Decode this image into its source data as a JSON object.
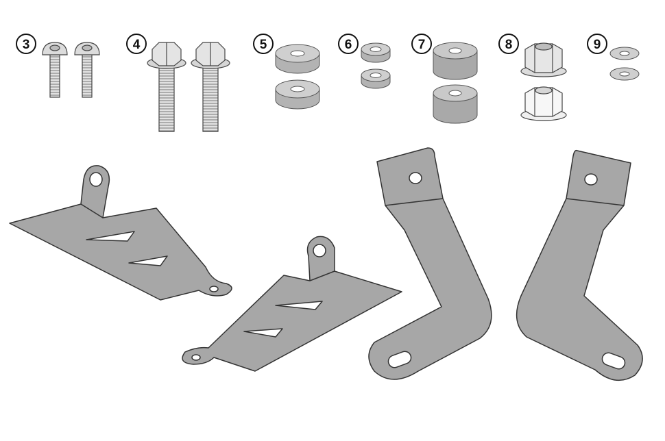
{
  "callouts": [
    {
      "number": "3",
      "part": "button-head-screw",
      "quantity": 2
    },
    {
      "number": "4",
      "part": "hex-flange-bolt",
      "quantity": 2
    },
    {
      "number": "5",
      "part": "thick-washer",
      "quantity": 2
    },
    {
      "number": "6",
      "part": "small-spacer-washer",
      "quantity": 2
    },
    {
      "number": "7",
      "part": "rubber-spacer",
      "quantity": 2
    },
    {
      "number": "8",
      "part": "flange-nylon-lock-nut",
      "quantity": 2
    },
    {
      "number": "9",
      "part": "flat-washer",
      "quantity": 2
    }
  ],
  "large_parts": [
    {
      "part": "slotted-plate-bracket",
      "quantity": 2
    },
    {
      "part": "l-shaped-bracket",
      "quantity": 2
    }
  ],
  "colors": {
    "part_fill": "#bdbdbd",
    "plate_fill": "#a7a7a7",
    "outline": "#333333",
    "background": "#ffffff"
  }
}
